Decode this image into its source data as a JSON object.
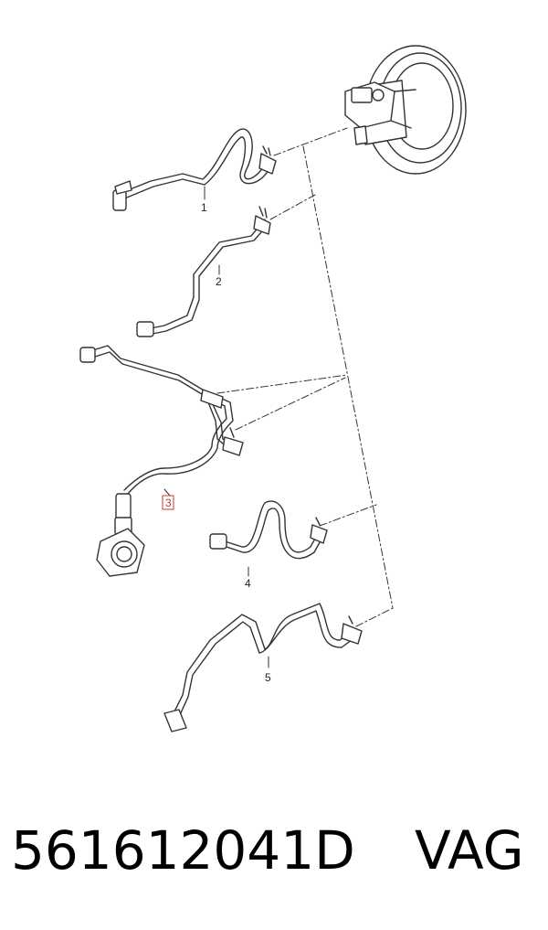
{
  "diagram": {
    "callouts": [
      "1",
      "2",
      "3",
      "4",
      "5"
    ],
    "highlighted_callout": "3",
    "colors": {
      "line": "#333333",
      "highlight": "#c0392b",
      "background": "#ffffff"
    }
  },
  "caption": {
    "part_number": "561612041D",
    "brand": "VAG"
  }
}
